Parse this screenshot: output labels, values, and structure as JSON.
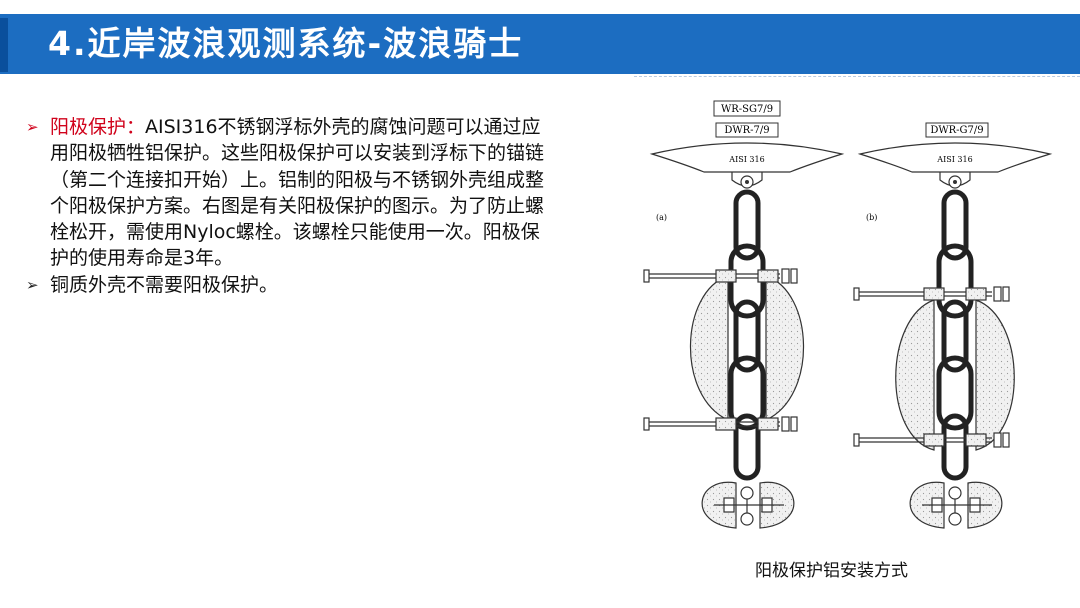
{
  "header": {
    "title": "4.近岸波浪观测系统-波浪骑士",
    "colors": {
      "bar": "#1c6dc1",
      "accent": "#0a4f9c"
    }
  },
  "bullets": [
    {
      "title": "阳极保护：",
      "text": "AISI316不锈钢浮标外壳的腐蚀问题可以通过应用阳极牺牲铝保护。这些阳极保护可以安装到浮标下的锚链（第二个连接扣开始）上。铝制的阳极与不锈钢外壳组成整个阳极保护方案。右图是有关阳极保护的图示。为了防止螺栓松开，需使用Nyloc螺栓。该螺栓只能使用一次。阳极保护的使用寿命是3年。"
    },
    {
      "title": "",
      "text": "铜质外壳不需要阳极保护。"
    }
  ],
  "figure": {
    "left": {
      "label_top": "WR-SG7/9",
      "label_model": "DWR-7/9",
      "hull_label": "AISI 316",
      "panel_label": "(a)"
    },
    "right": {
      "label_model": "DWR-G7/9",
      "hull_label": "AISI 316",
      "panel_label": "(b)"
    },
    "caption": "阳极保护铝安装方式"
  }
}
